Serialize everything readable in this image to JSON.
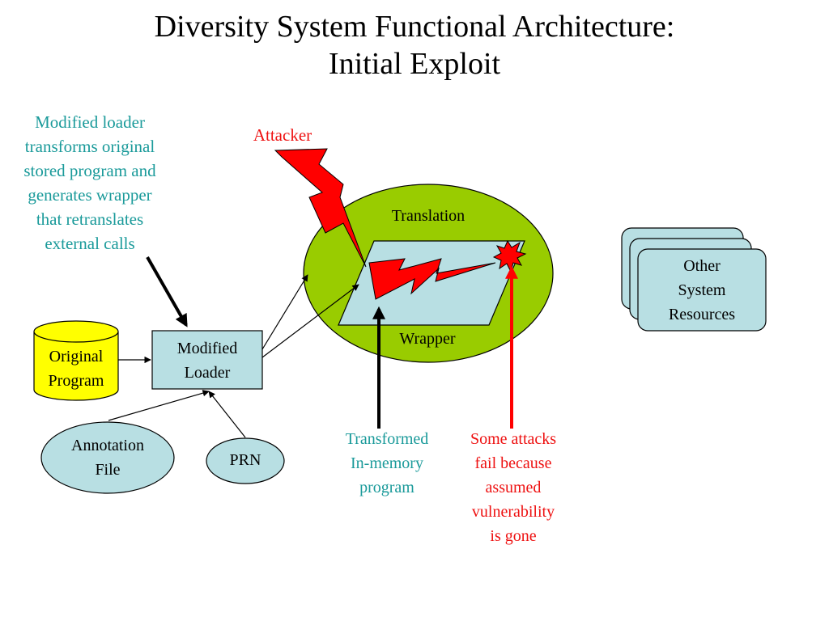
{
  "title": {
    "line1": "Diversity System Functional Architecture:",
    "line2": "Initial Exploit"
  },
  "notes": {
    "loader_note": [
      "Modified loader",
      "transforms original",
      "stored program and",
      "generates wrapper",
      "that retranslates",
      "external calls"
    ],
    "attacker": "Attacker",
    "transformed": [
      "Transformed",
      "In-memory",
      "program"
    ],
    "attacks_fail": [
      "Some attacks",
      "fail because",
      "assumed",
      "vulnerability",
      "is gone"
    ]
  },
  "nodes": {
    "original_program": [
      "Original",
      "Program"
    ],
    "modified_loader": [
      "Modified",
      "Loader"
    ],
    "annotation_file": [
      "Annotation",
      "File"
    ],
    "prn": "PRN",
    "translation": "Translation",
    "wrapper": "Wrapper",
    "other_resources": [
      "Other",
      "System",
      "Resources"
    ]
  },
  "colors": {
    "teal_text": "#1a9a9a",
    "red": "#ff0000",
    "green_ellipse": "#99cc00",
    "light_blue": "#b8dfe3",
    "yellow": "#ffff00"
  }
}
